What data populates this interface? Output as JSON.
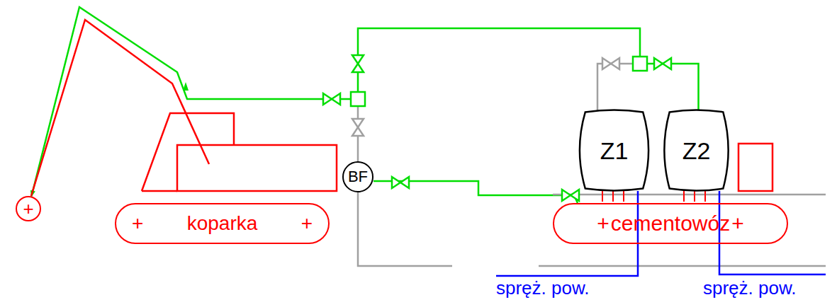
{
  "diagram": {
    "nodes": [
      {
        "text": [
          "+"
        ]
      },
      {
        "text": [
          "+",
          "koparka",
          "+"
        ]
      },
      {
        "text": [
          "BF"
        ]
      },
      {
        "text": [
          "Z1"
        ]
      },
      {
        "text": [
          "Z2"
        ]
      },
      {
        "text": [
          "+",
          "cementowóz",
          "+"
        ]
      }
    ],
    "edges": [
      {
        "from": 4,
        "to": 0,
        "arrow": "to"
      },
      {
        "from": 2,
        "to": 5,
        "arrow": "none"
      }
    ],
    "labels": [
      "spręż. pow.",
      "spręż. pow."
    ]
  }
}
